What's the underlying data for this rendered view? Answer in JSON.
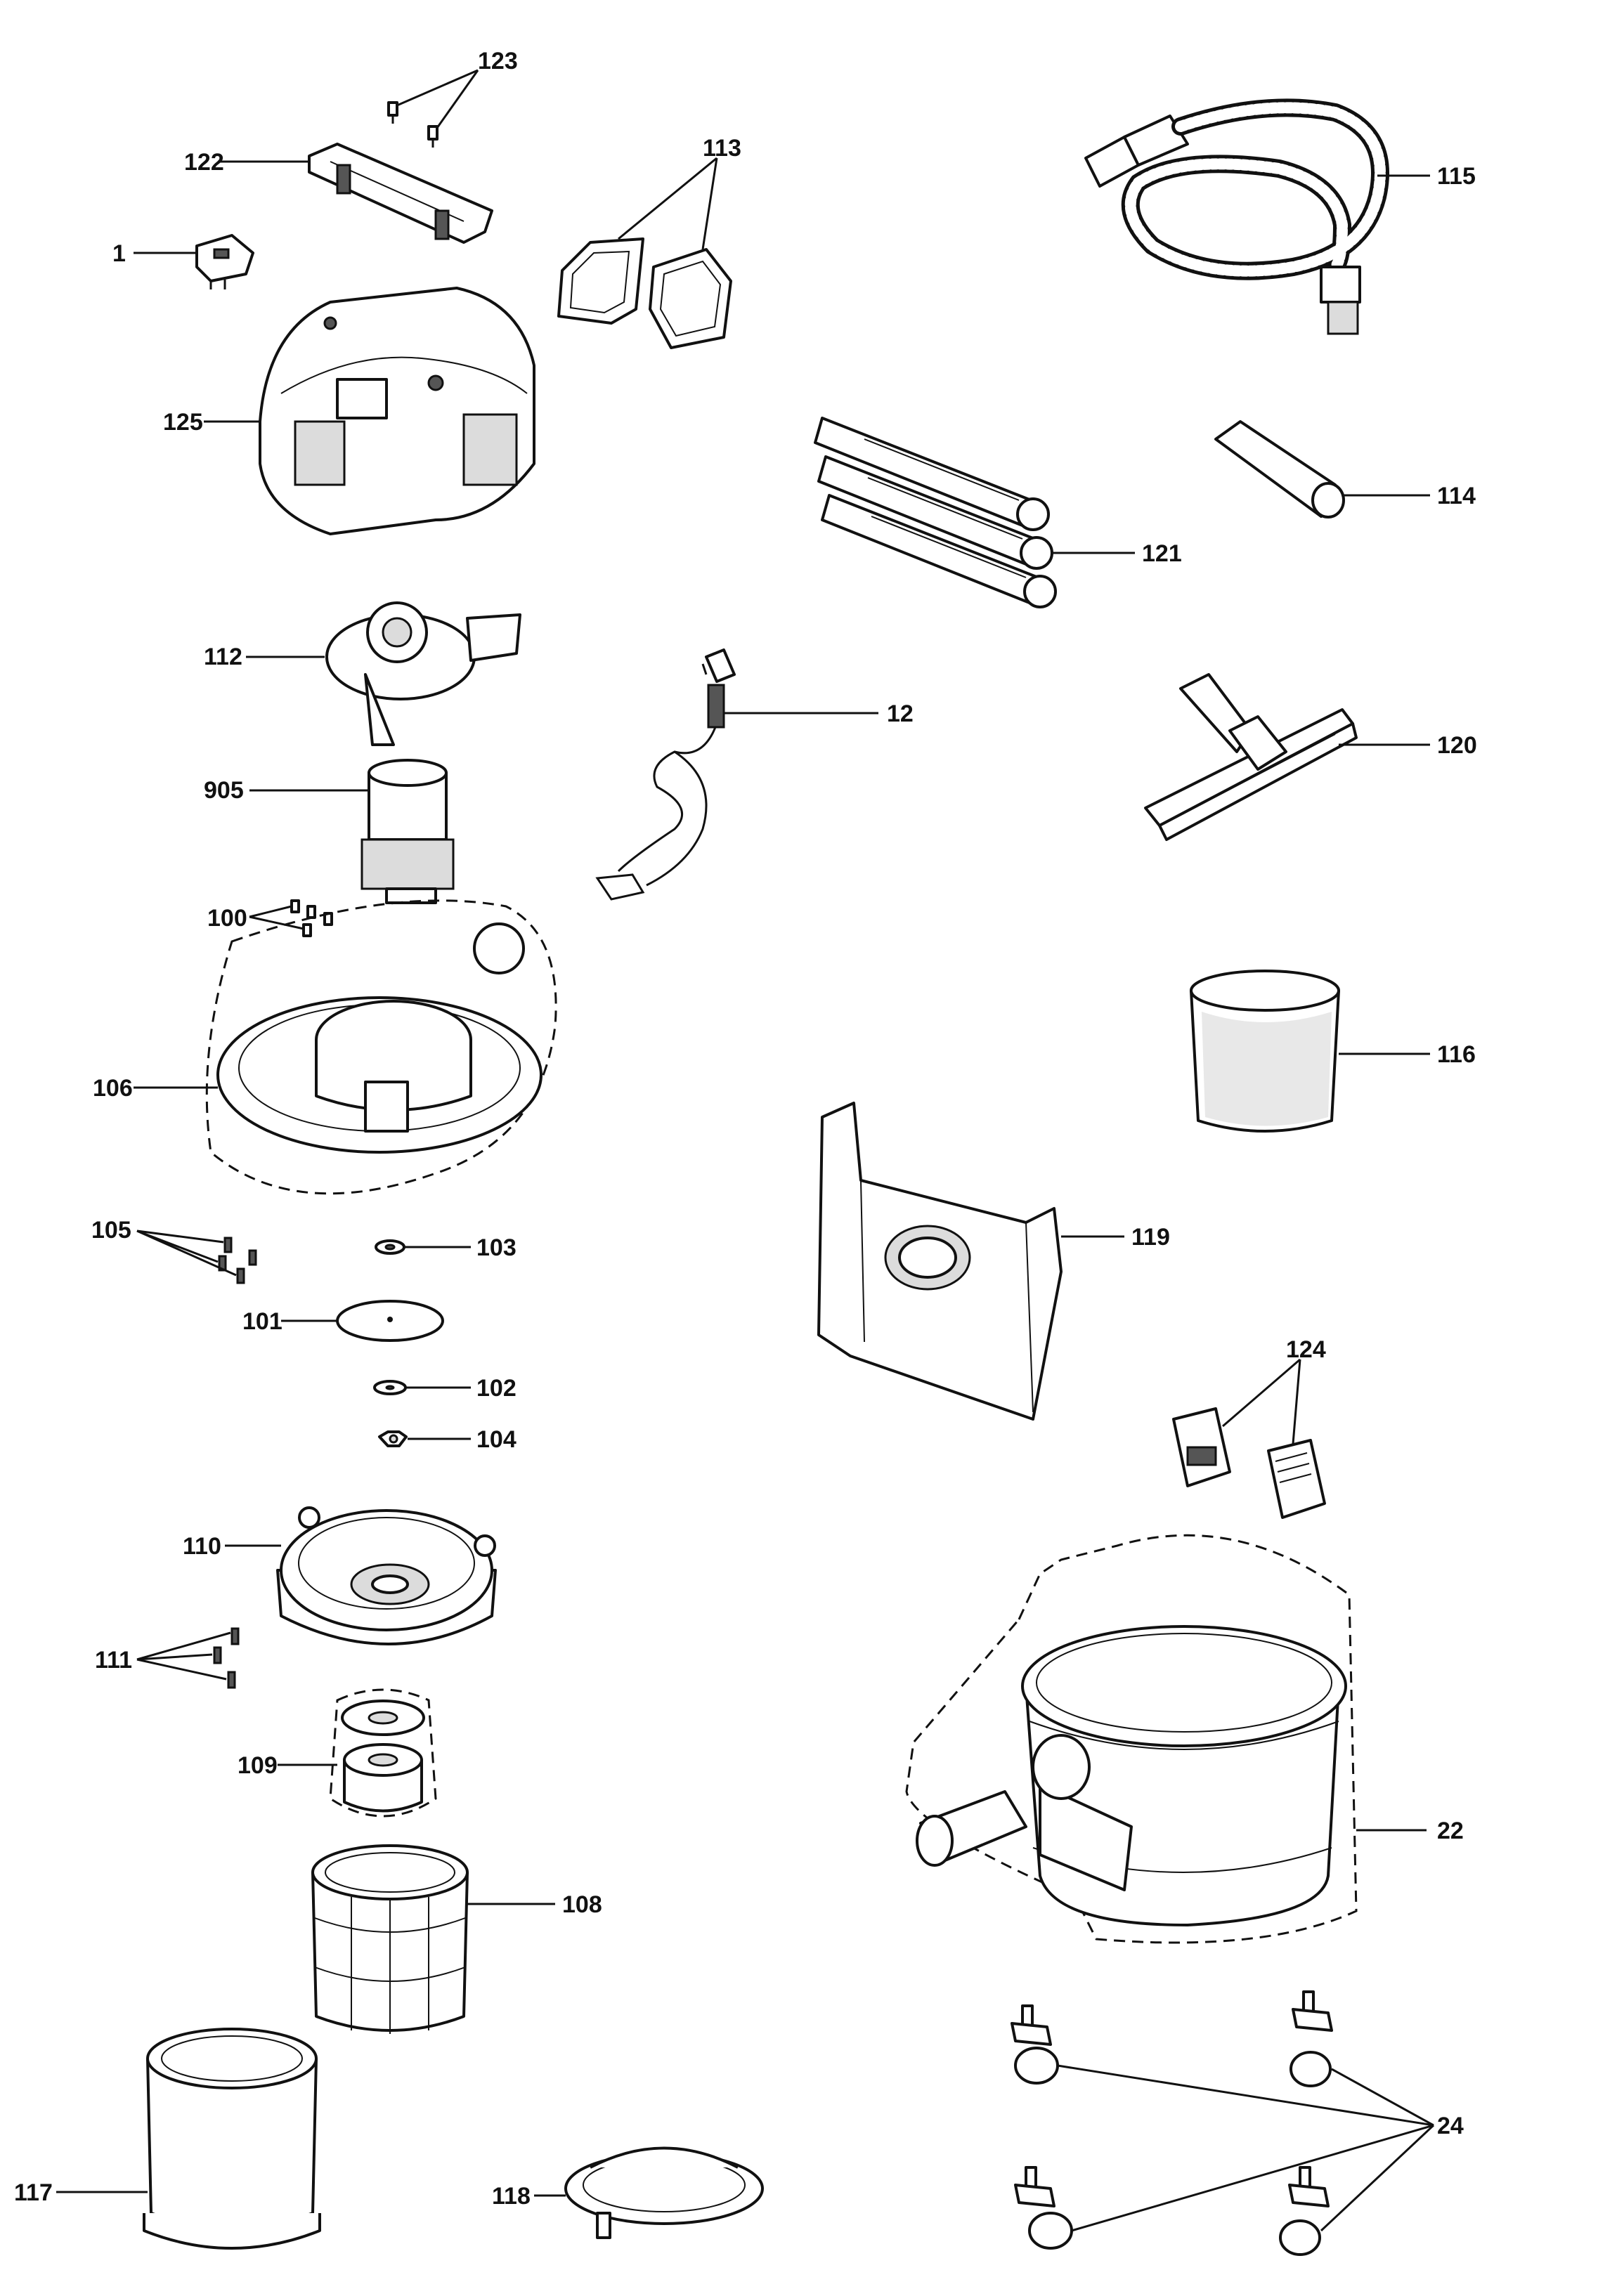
{
  "diagram": {
    "type": "exploded parts diagram",
    "callouts": {
      "c1": "1",
      "c12": "12",
      "c22": "22",
      "c24": "24",
      "c100": "100",
      "c101": "101",
      "c102": "102",
      "c103": "103",
      "c104": "104",
      "c105": "105",
      "c106": "106",
      "c108": "108",
      "c109": "109",
      "c110": "110",
      "c111": "111",
      "c112": "112",
      "c113": "113",
      "c114": "114",
      "c115": "115",
      "c116": "116",
      "c117": "117",
      "c118": "118",
      "c119": "119",
      "c120": "120",
      "c121": "121",
      "c122": "122",
      "c123": "123",
      "c124": "124",
      "c125": "125",
      "c905": "905"
    }
  }
}
